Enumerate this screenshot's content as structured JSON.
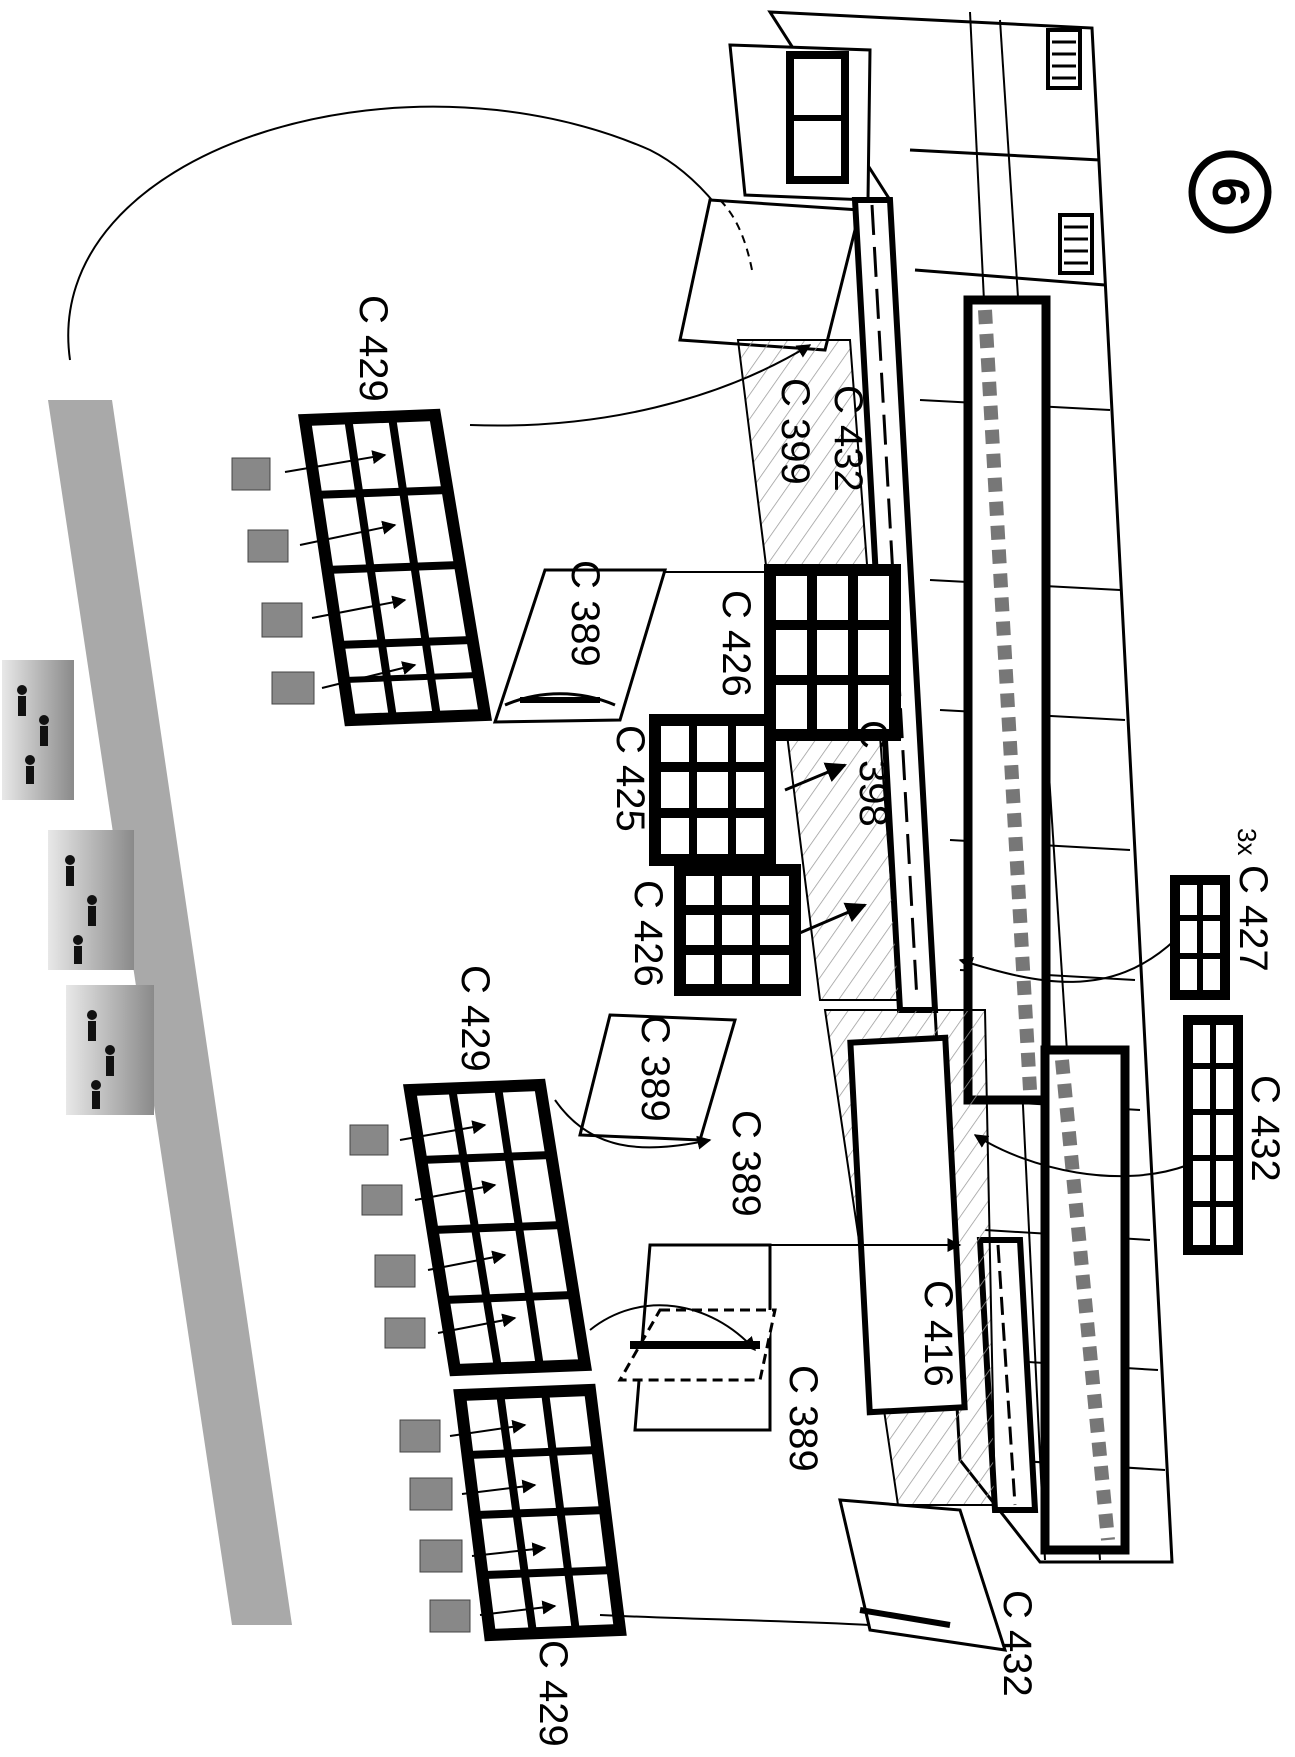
{
  "diagram": {
    "step_number": "6",
    "labels": {
      "c429_top": "C 429",
      "c432_top": "C 432",
      "c399": "C 399",
      "c389_top": "C 389",
      "c426_top": "C 426",
      "c398": "C 398",
      "c425": "C 425",
      "c426_mid": "C 426",
      "c427_qty": "3x",
      "c427": "C 427",
      "c432_right": "C 432",
      "c429_mid": "C 429",
      "c389_mid": "C 389",
      "c389_mid2": "C 389",
      "c416": "C 416",
      "c389_low": "C 389",
      "c432_bottom": "C 432",
      "c429_bottom": "C 429"
    }
  }
}
